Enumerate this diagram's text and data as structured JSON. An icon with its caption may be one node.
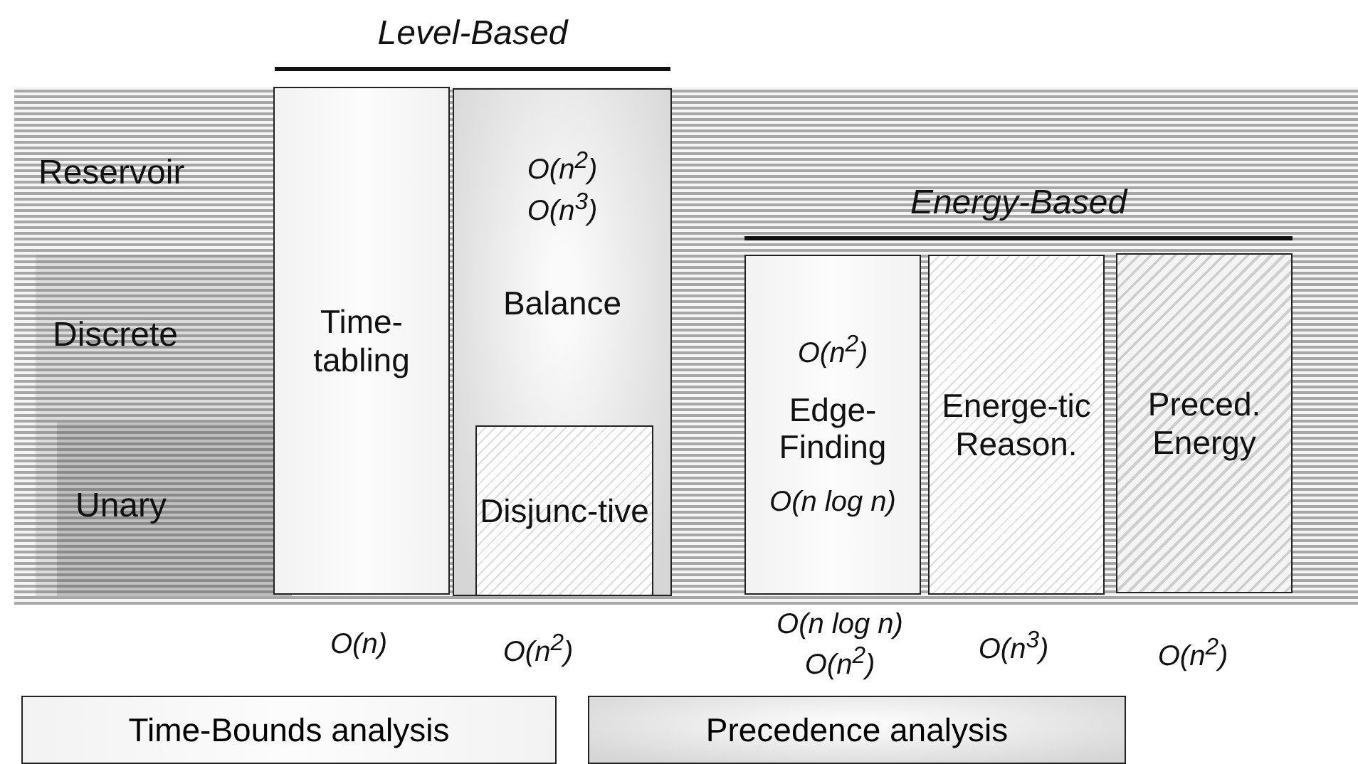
{
  "diagram": {
    "nodes": [
      {
        "text": [
          "Time-tabling"
        ],
        "beside": [
          "O(n)"
        ]
      },
      {
        "text": [
          "O(n$^{2}$)",
          "O(n$^{3}$)",
          "Balance"
        ],
        "beside": [
          "O(n$^{2}$)"
        ]
      },
      {
        "text": [
          "Disjunc-tive"
        ],
        "in": 1
      },
      {
        "text": [
          "O(n$^{2}$)",
          "Edge-Finding",
          "O(n log n)"
        ],
        "beside": [
          "O(n log n) O(n$^{2}$)"
        ]
      },
      {
        "text": [
          "Energe-tic Reason."
        ],
        "beside": [
          "O(n$^{3}$)"
        ]
      },
      {
        "text": [
          "Preced. Energy"
        ],
        "beside": [
          "O(n$^{2}$)"
        ]
      },
      {
        "text": [
          "Time-Bounds analysis"
        ]
      },
      {
        "text": [
          "Precedence analysis"
        ]
      }
    ],
    "labels": [
      "Level-Based",
      "Reservoir",
      "Energy-Based",
      "Discrete",
      "Unary"
    ]
  }
}
